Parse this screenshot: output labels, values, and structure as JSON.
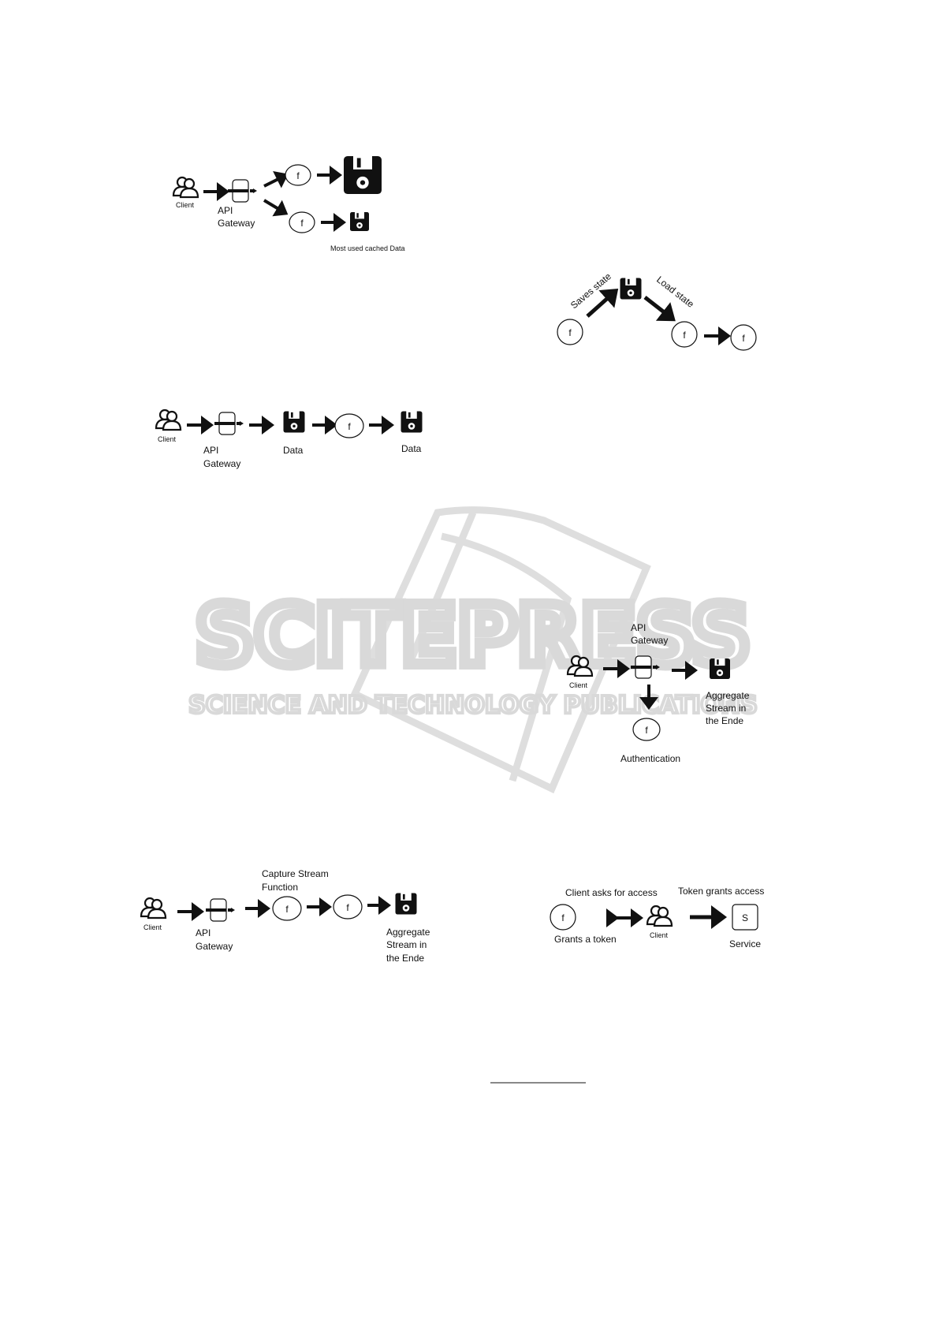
{
  "watermark": {
    "brand": "SCITEPRESS",
    "tagline": "SCIENCE AND TECHNOLOGY PUBLICATIONS",
    "logo_color": "#dedede"
  },
  "diagrams": {
    "caching": {
      "client": "Client",
      "gateway_line1": "API",
      "gateway_line2": "Gateway",
      "function_top": "f",
      "function_bottom": "f",
      "cache_label": "Most used cached Data"
    },
    "state": {
      "saves_label": "Saves state",
      "load_label": "Load state",
      "function_left": "f",
      "function_mid": "f",
      "function_right": "f"
    },
    "data_pipeline": {
      "client": "Client",
      "gateway_line1": "API",
      "gateway_line2": "Gateway",
      "data_1": "Data",
      "function": "f",
      "data_2": "Data"
    },
    "auth": {
      "gateway_line1": "API",
      "gateway_line2": "Gateway",
      "client": "Client",
      "store_line1": "Aggregate",
      "store_line2": "Stream in",
      "store_line3": "the Ende",
      "function": "f",
      "function_label": "Authentication"
    },
    "stream": {
      "client": "Client",
      "gateway_line1": "API",
      "gateway_line2": "Gateway",
      "capture_line1": "Capture Stream",
      "capture_line2": "Function",
      "function_1": "f",
      "function_2": "f",
      "store_line1": "Aggregate",
      "store_line2": "Stream in",
      "store_line3": "the Ende"
    },
    "token": {
      "asks_label": "Client asks for access",
      "grants_token_label": "Grants a token",
      "function": "f",
      "client": "Client",
      "token_access_label": "Token grants access",
      "service_symbol": "S",
      "service_label": "Service"
    }
  }
}
